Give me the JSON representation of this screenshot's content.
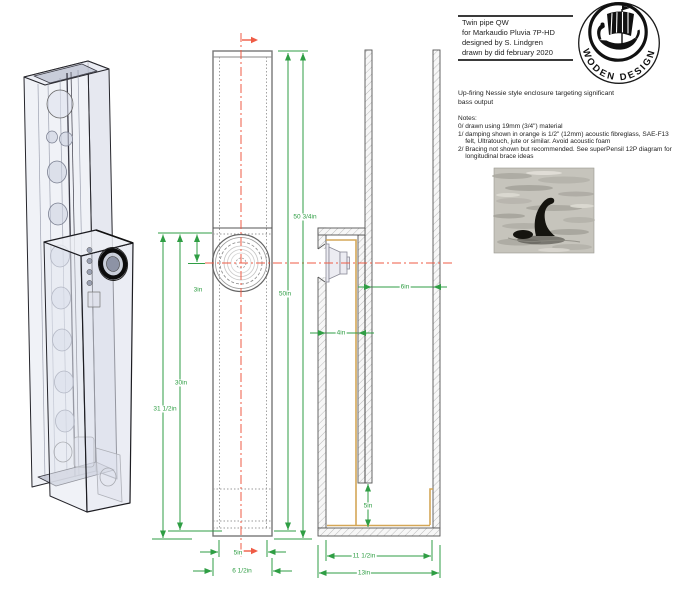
{
  "title_block": {
    "lines": [
      "Twin pipe QW",
      "for Markaudio Pluvia 7P-HD",
      "designed by S. Lindgren",
      "drawn by did february 2020"
    ]
  },
  "logo": {
    "text": "WODEN DESIGN"
  },
  "description": {
    "lines": [
      "Up-firing Nessie style enclosure targeting significant",
      "bass output"
    ]
  },
  "notes": {
    "lines": [
      "Notes:",
      "0/ drawn using 19mm (3/4\") material",
      "1/ damping shown in orange is 1/2\" (12mm) acoustic fibreglass, SAE-F13",
      "    felt, Ultratouch, jute or similar. Avoid acoustic foam",
      "2/ Bracing not shown but recommended. See superPensil 12P diagram for",
      "    longitudinal brace ideas"
    ]
  },
  "dimensions": {
    "front": {
      "height_outer": "50 3/4in",
      "height_inner": "50in",
      "left_outer": "31 1/2in",
      "left_inner": "30in",
      "driver_offset": "3in",
      "width_inner": "5in",
      "width_outer": "6 1/2in"
    },
    "side": {
      "pipe_depth": "6in",
      "chamber_depth": "4in",
      "bottom_gap": "5in",
      "depth_inner": "11 1/2in",
      "depth_outer": "13in"
    }
  },
  "colors": {
    "dimension_green": "#2f9e44",
    "centerline_red": "#ef5b45",
    "damping_orange": "#d2a24e",
    "drawing_gray": "#777777"
  }
}
